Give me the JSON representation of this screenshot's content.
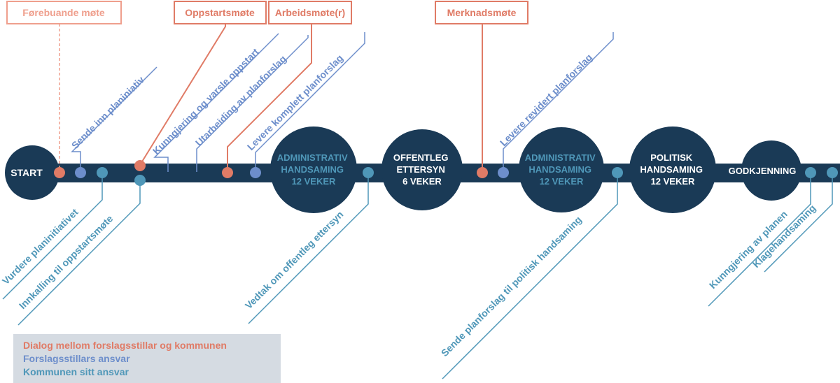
{
  "colors": {
    "navy": "#1a3a56",
    "dialog": "#e07b66",
    "dialog_light": "#ef9f8d",
    "proposer": "#6d8ecb",
    "municipality": "#4f97b8",
    "legend_bg": "#d5dbe2",
    "white": "#ffffff"
  },
  "meetings": {
    "preparatory": "Førebuande møte",
    "startup": "Oppstartsmøte",
    "work": "Arbeidsmøte(r)",
    "remarks": "Merknadsmøte"
  },
  "phases": {
    "start": "START",
    "admin1": [
      "ADMINISTRATIV",
      "HANDSAMING",
      "12 VEKER"
    ],
    "public": [
      "OFFENTLEG",
      "ETTERSYN",
      "6 VEKER"
    ],
    "admin2": [
      "ADMINISTRATIV",
      "HANDSAMING",
      "12 VEKER"
    ],
    "political": [
      "POLITISK",
      "HANDSAMING",
      "12 VEKER"
    ],
    "approval": "GODKJENNING"
  },
  "steps_above": {
    "submit_initiative": "Sende inn planiniativ",
    "announce_startup": "Kunngjering og varsle oppstart",
    "prepare_proposal": "Utarbeiding av planforslag",
    "deliver_complete": "Levere komplett planforslag",
    "deliver_revised": "Levere revidert planforslag"
  },
  "steps_below": {
    "assess_initiative": "Vurdere planinitiativet",
    "invite_startup": "Innkalling til oppstartsmøte",
    "public_decision": "Vedtak om offentleg ettersyn",
    "send_political": "Sende planforslag til politisk handsaming",
    "announce_plan": "Kunngjering av planen",
    "complaints": "Klagehandsaming"
  },
  "legend": {
    "dialog": "Dialog mellom forslagsstillar og kommunen",
    "proposer": "Forslagsstillars ansvar",
    "municipality": "Kommunen sitt ansvar"
  }
}
